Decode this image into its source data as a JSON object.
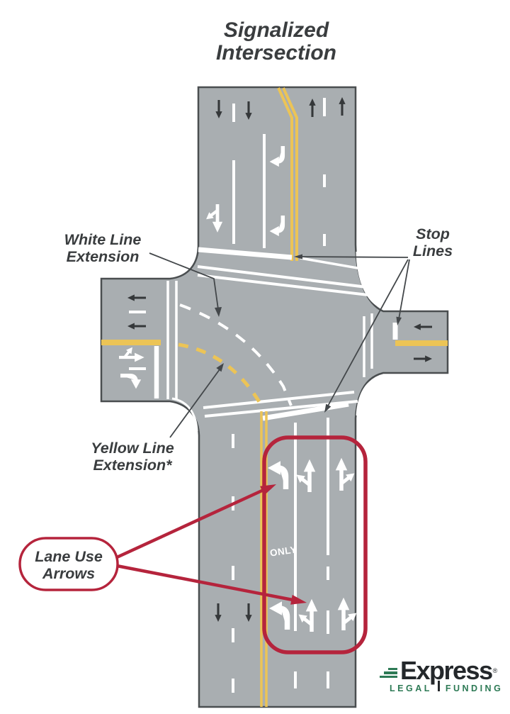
{
  "title": {
    "line1": "Signalized",
    "line2": "Intersection"
  },
  "callouts": {
    "white_line_extension": {
      "line1": "White Line",
      "line2": "Extension"
    },
    "stop_lines": {
      "line1": "Stop",
      "line2": "Lines"
    },
    "yellow_line_extension": {
      "line1": "Yellow Line",
      "line2": "Extension*"
    },
    "lane_use_arrows": {
      "line1": "Lane Use",
      "line2": "Arrows"
    }
  },
  "road_markings": {
    "only_label": "ONLY",
    "marking_types": [
      "lane-use-arrows",
      "stop-lines",
      "white-line-extension-dashed",
      "yellow-line-extension-dashed",
      "double-yellow-centerline",
      "lane-divider-lines"
    ]
  },
  "logo": {
    "brand": "Express",
    "mark": "®",
    "word1": "LEGAL",
    "word2": "FUNDING"
  },
  "colors": {
    "road": "#a9aeb1",
    "curb": "#4a4e50",
    "marking_white": "#ffffff",
    "marking_yellow": "#ecc456",
    "arrow_black": "#35383a",
    "callout": "#43474a",
    "callout_red": "#b5243c",
    "label_gray": "#3a3d3f",
    "logo_green": "#2d7a55",
    "logo_dark": "#24282b"
  }
}
